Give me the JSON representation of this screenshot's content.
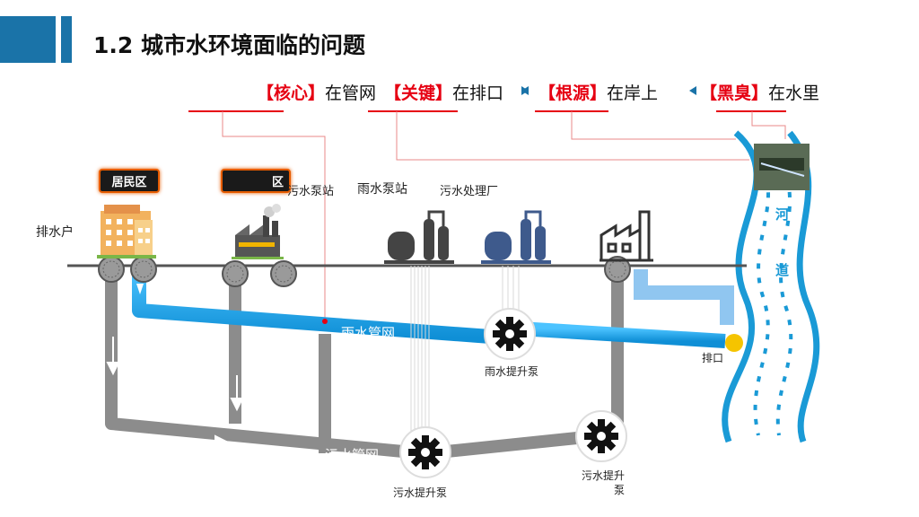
{
  "title": "1.2  城市水环境面临的问题",
  "headers": [
    {
      "red": "【核心】",
      "text": "在管网"
    },
    {
      "red": "【关键】",
      "text": "在排口"
    },
    {
      "red": "【根源】",
      "text": "在岸上"
    },
    {
      "red": "【黑臭】",
      "text": "在水里"
    }
  ],
  "badges": {
    "residential": "居民区",
    "industrial": "区"
  },
  "labels": {
    "drain_household": "排水户",
    "sewage_pump_station": "污水泵站",
    "rain_pump_station": "雨水泵站",
    "sewage_plant": "污水处理厂",
    "rain_pipe": "雨水管网",
    "sewage_pipe": "污水管网",
    "rain_lift_pump": "雨水提升泵",
    "sewage_lift_pump_1": "污水提升泵",
    "sewage_lift_pump_2": "污水提升\n泵",
    "outfall": "排口",
    "river_1": "河",
    "river_2": "道"
  },
  "colors": {
    "accent": "#1a73a8",
    "red": "#e60012",
    "rain_pipe": "#1aa3e8",
    "sewage_pipe": "#8c8c8c",
    "river": "#1a9ad6"
  }
}
